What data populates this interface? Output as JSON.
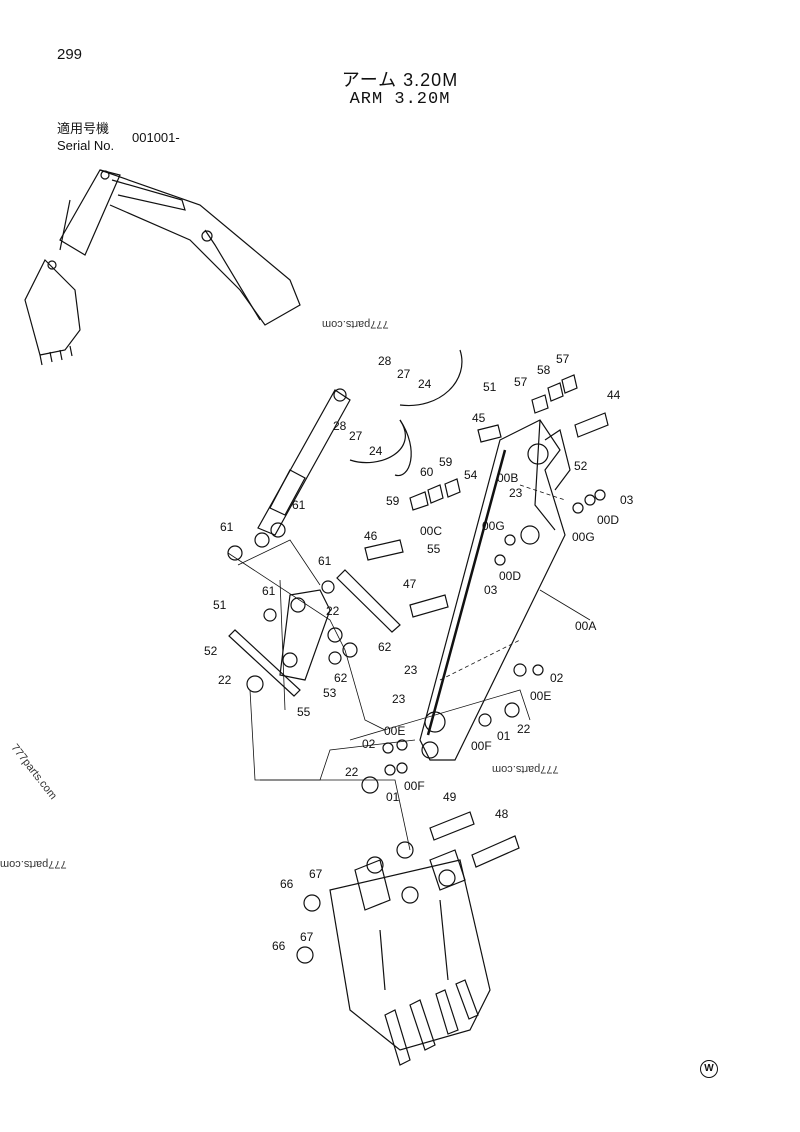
{
  "page_number": "299",
  "title_jp": "アーム 3.20M",
  "title_en": "ARM 3.20M",
  "serial_label_jp": "適用号機",
  "serial_label_en": "Serial No.",
  "serial_value": "001001-",
  "watermarks": [
    "777parts.com",
    "777parts.com",
    "777parts.com",
    "777parts.com"
  ],
  "part_labels": {
    "p28a": "28",
    "p27a": "27",
    "p24a": "24",
    "p28b": "28",
    "p27b": "27",
    "p24b": "24",
    "p51a": "51",
    "p45": "45",
    "p58": "58",
    "p57a": "57",
    "p57b": "57",
    "p44": "44",
    "p60": "60",
    "p59a": "59",
    "p59b": "59",
    "p54": "54",
    "p00b": "00B",
    "p23a": "23",
    "p52a": "52",
    "p03a": "03",
    "p00da": "00D",
    "p00g": "00G",
    "p00gb": "00G",
    "p00c": "00C",
    "p55a": "55",
    "p00db": "00D",
    "p03b": "03",
    "p61a": "61",
    "p61b": "61",
    "p61c": "61",
    "p61d": "61",
    "p46": "46",
    "p47": "47",
    "p22a": "22",
    "p62a": "62",
    "p51b": "51",
    "p52b": "52",
    "p22b": "22",
    "p62b": "62",
    "p53": "53",
    "p55b": "55",
    "p00a": "00A",
    "p23b": "23",
    "p02a": "02",
    "p00ea": "00E",
    "p22c": "22",
    "p23c": "23",
    "p00eb": "00E",
    "p02b": "02",
    "p00f": "00F",
    "p01a": "01",
    "p22d": "22",
    "p01b": "01",
    "p00fb": "00F",
    "p49": "49",
    "p48": "48",
    "p67a": "67",
    "p66a": "66",
    "p67b": "67",
    "p66b": "66"
  },
  "edition_mark": "W"
}
